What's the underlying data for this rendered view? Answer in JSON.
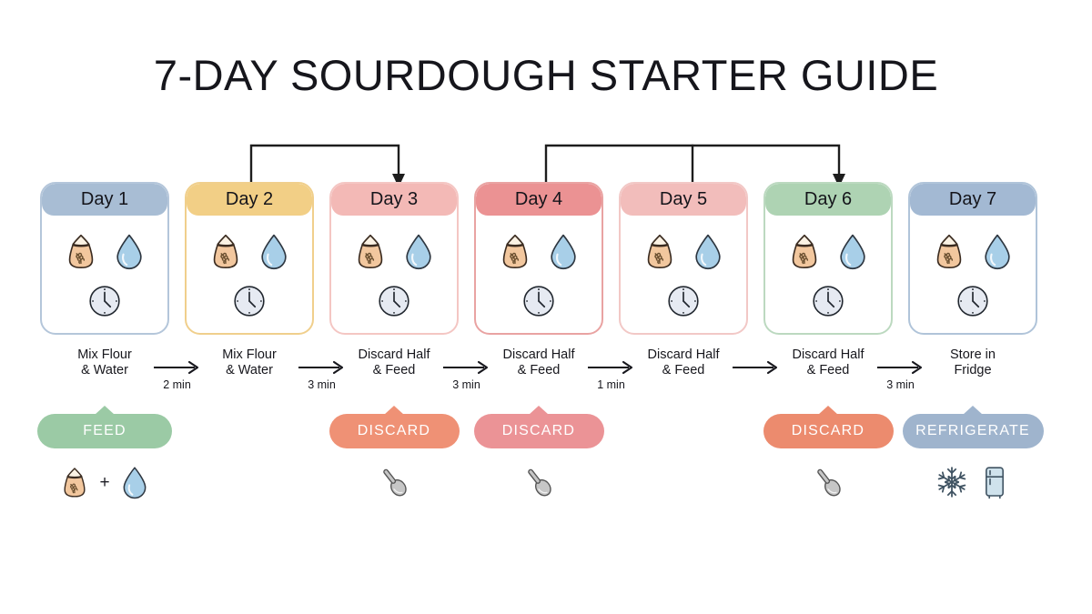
{
  "title": "7-DAY SOURDOUGH STARTER GUIDE",
  "days": [
    {
      "label": "Day 1",
      "caption_line1": "Mix Flour",
      "caption_line2": "& Water",
      "header_color": "#a8bdd4",
      "border_color": "#b4c6da"
    },
    {
      "label": "Day 2",
      "caption_line1": "Mix Flour",
      "caption_line2": "& Water",
      "header_color": "#f2cf86",
      "border_color": "#f0cf8c"
    },
    {
      "label": "Day 3",
      "caption_line1": "Discard Half",
      "caption_line2": "& Feed",
      "header_color": "#f3b9b6",
      "border_color": "#f4c6c3"
    },
    {
      "label": "Day 4",
      "caption_line1": "Discard Half",
      "caption_line2": "& Feed",
      "header_color": "#eb9293",
      "border_color": "#e9a3a2"
    },
    {
      "label": "Day 5",
      "caption_line1": "Discard Half",
      "caption_line2": "& Feed",
      "header_color": "#f2bdbb",
      "border_color": "#f2c8c6"
    },
    {
      "label": "Day 6",
      "caption_line1": "Discard Half",
      "caption_line2": "& Feed",
      "header_color": "#aed3b3",
      "border_color": "#bcd9c0"
    },
    {
      "label": "Day 7",
      "caption_line1": "Store in",
      "caption_line2": "Fridge",
      "header_color": "#a3b9d3",
      "border_color": "#b0c4d9"
    }
  ],
  "arrows": [
    {
      "label": "2 min"
    },
    {
      "label": "3 min"
    },
    {
      "label": "3 min"
    },
    {
      "label": "1 min"
    },
    {
      "label": ""
    },
    {
      "label": "3 min"
    }
  ],
  "badges": [
    {
      "label": "FEED",
      "color": "#9bcaa5",
      "day_index": 0,
      "width": 148
    },
    {
      "label": "DISCARD",
      "color": "#ef9175",
      "day_index": 2,
      "width": 143
    },
    {
      "label": "DISCARD",
      "color": "#eb9396",
      "day_index": 3,
      "width": 143
    },
    {
      "label": "DISCARD",
      "color": "#ec8b6e",
      "day_index": 5,
      "width": 143
    },
    {
      "label": "REFRIGERATE",
      "color": "#9fb4cd",
      "day_index": 6,
      "width": 155
    }
  ],
  "bottom_icons": [
    {
      "day_index": 0,
      "icons": [
        "flour-sack-icon",
        "plus-sign",
        "water-drop-icon"
      ]
    },
    {
      "day_index": 2,
      "icons": [
        "spoon-icon"
      ]
    },
    {
      "day_index": 3,
      "icons": [
        "spoon-icon"
      ]
    },
    {
      "day_index": 5,
      "icons": [
        "spoon-icon"
      ]
    },
    {
      "day_index": 6,
      "icons": [
        "snowflake-icon",
        "fridge-icon"
      ]
    }
  ],
  "card_icons": [
    "flour-sack-icon",
    "water-drop-icon",
    "clock-icon"
  ],
  "plus_symbol": "+",
  "connectors": [
    {
      "from_days": [
        1
      ],
      "to_day": 2
    },
    {
      "from_days": [
        3,
        4
      ],
      "to_day": 5
    }
  ],
  "colors": {
    "background": "#ffffff",
    "text": "#17171d",
    "connector_line": "#1d1d1d",
    "sack_body": "#f2c79e",
    "sack_flour": "#fbf2e4",
    "water": "#a8cfe8",
    "clock_face": "#e6eaf2",
    "spoon": "#c6c6c6",
    "fridge": "#cfe2ec",
    "snowflake": "#b9d6e6"
  }
}
